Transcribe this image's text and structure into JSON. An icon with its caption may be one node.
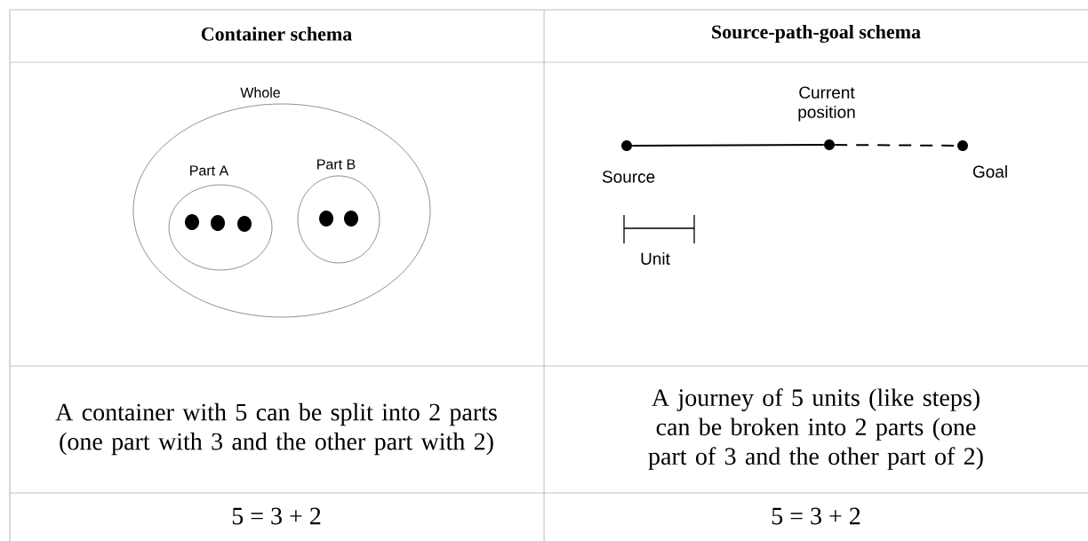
{
  "diagram": {
    "nodes": [
      {
        "text": [
          "Whole"
        ]
      },
      {
        "text": [
          "Part A"
        ],
        "in": 0
      },
      {
        "text": [
          "Part B"
        ],
        "in": 0
      },
      {
        "text": [],
        "shape": "circle",
        "beside": [
          "Source"
        ]
      },
      {
        "text": [],
        "shape": "circle",
        "beside": [
          "Current position"
        ]
      },
      {
        "text": [],
        "shape": "circle",
        "beside": [
          "Goal"
        ]
      }
    ],
    "edges": [
      {
        "from": 3,
        "to": 4,
        "arrow": "none"
      },
      {
        "from": 4,
        "to": 5,
        "arrow": "none",
        "style": "dashed"
      }
    ],
    "labels": [
      "Container schema",
      "Source-path-goal schema",
      "Unit",
      "A container with 5 can be split into 2 parts (one part with 3 and the other part with 2)",
      "A journey of 5 units (like steps) can be broken into 2 parts (one part of 3 and the other part of 2)",
      "5 = 3 + 2",
      "5 = 3 + 2"
    ]
  }
}
